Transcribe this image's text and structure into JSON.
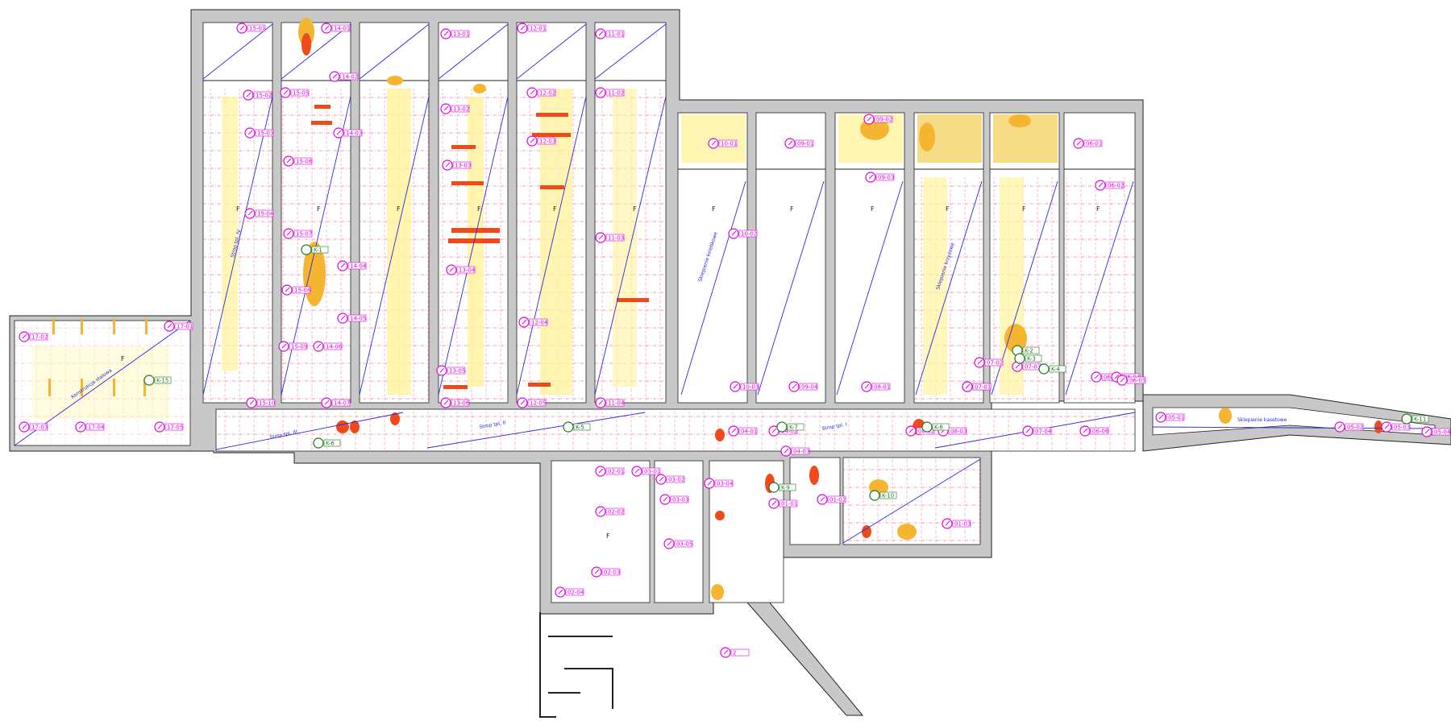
{
  "colors": {
    "wall": "#c8c8c8",
    "wall_stroke": "#222222",
    "floor": "#ffffff",
    "grid_red": "#e23b3b",
    "grid_pink": "#f06ea8",
    "span_line": "#2a2ae0",
    "marker_magenta": "#e000e0",
    "marker_green": "#1a7a1a",
    "damage_yellow": "#fff3a0",
    "damage_orange": "#f5b531",
    "damage_red": "#f04a1c"
  },
  "icons": {
    "measurement_marker": "magnifier-circle-icon",
    "inspection_marker": "green-circle-icon"
  },
  "span_labels": [
    "Strop tpl. III",
    "Strop tpl. II",
    "Strop tpl. I",
    "Sklepienie kasetowe",
    "Sklepienie kolebkowe",
    "Strop tpl. IV",
    "Sklepienie krzyżowe",
    "Konstrukcja stalowa"
  ],
  "markers": [
    "17-02",
    "17-01",
    "17-03",
    "17-04",
    "17-05",
    "15-01",
    "15-02",
    "15-03",
    "15-04",
    "15-05",
    "15-06",
    "15-07",
    "15-08",
    "15-09",
    "15-10",
    "14-01",
    "14-02",
    "14-03",
    "14-04",
    "14-05",
    "14-06",
    "14-07",
    "13-01",
    "13-02",
    "13-03",
    "13-04",
    "13-05",
    "13-06",
    "12-01",
    "12-02",
    "12-03",
    "12-04",
    "12-05",
    "11-01",
    "11-02",
    "11-03",
    "11-04",
    "10-01",
    "10-02",
    "10-03",
    "09-01",
    "09-02",
    "09-03",
    "09-04",
    "08-01",
    "08-02",
    "08-03",
    "08-04",
    "07-01",
    "07-02",
    "07-03",
    "07-04",
    "06-01",
    "06-02",
    "06-03",
    "06-04",
    "06-05",
    "06-06",
    "05-01",
    "05-02",
    "05-03",
    "05-04",
    "04-01",
    "04-02",
    "04-03",
    "03-01",
    "03-02",
    "03-03",
    "03-04",
    "03-05",
    "02-01",
    "02-02",
    "02-03",
    "02-04",
    "01-01",
    "01-02",
    "01-03",
    "2"
  ],
  "k_markers": [
    "K-15",
    "K-1",
    "K-2",
    "K-3",
    "K-4",
    "K-5",
    "K-6",
    "K-7",
    "K-8",
    "K-9",
    "K-10",
    "K-11"
  ],
  "room_letters": [
    "F",
    "F",
    "F",
    "F",
    "F",
    "F",
    "F",
    "F",
    "F",
    "F",
    "F",
    "F",
    "F",
    "F"
  ]
}
